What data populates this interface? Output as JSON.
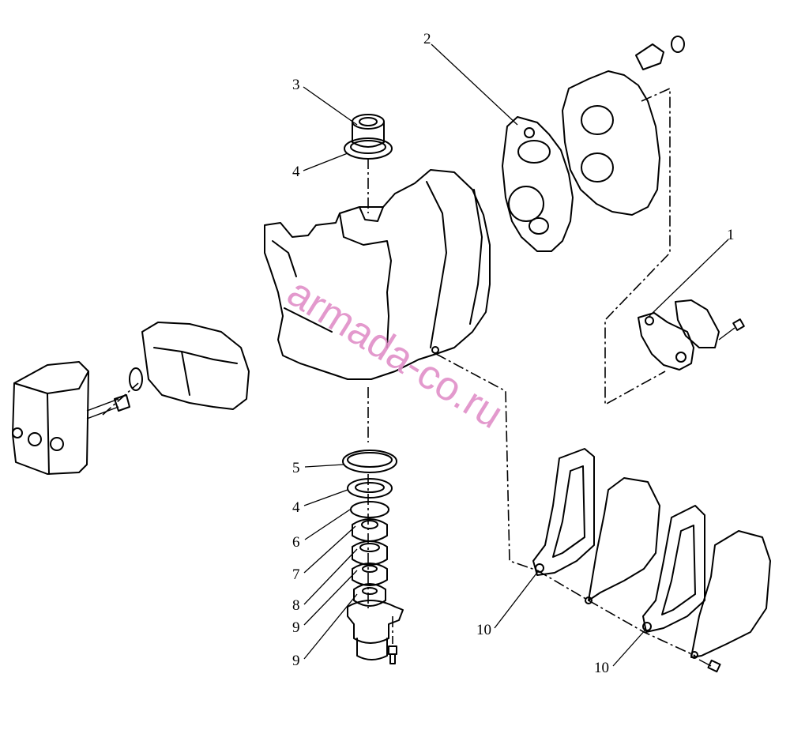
{
  "watermark": "armada-co.ru",
  "callouts": [
    {
      "id": "c2",
      "label": "2"
    },
    {
      "id": "c3",
      "label": "3"
    },
    {
      "id": "c4a",
      "label": "4"
    },
    {
      "id": "c1",
      "label": "1"
    },
    {
      "id": "c5",
      "label": "5"
    },
    {
      "id": "c4b",
      "label": "4"
    },
    {
      "id": "c6",
      "label": "6"
    },
    {
      "id": "c7",
      "label": "7"
    },
    {
      "id": "c8",
      "label": "8"
    },
    {
      "id": "c9a",
      "label": "9"
    },
    {
      "id": "c9b",
      "label": "9"
    },
    {
      "id": "c10a",
      "label": "10"
    },
    {
      "id": "c10b",
      "label": "10"
    }
  ]
}
